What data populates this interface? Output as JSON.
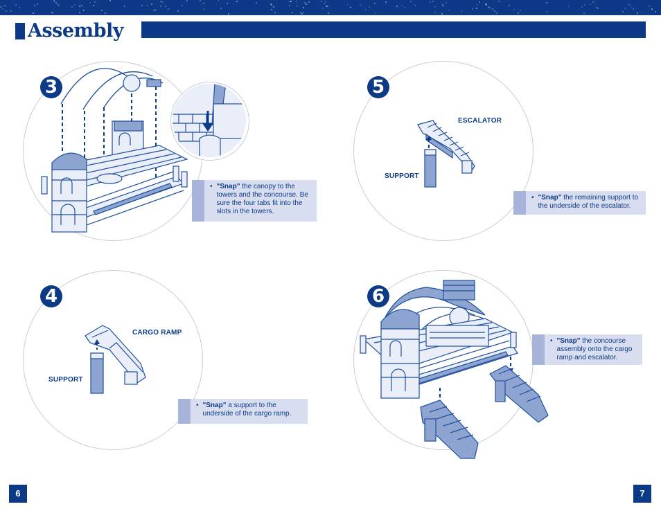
{
  "page": {
    "title": "Assembly",
    "left_page_number": "6",
    "right_page_number": "7"
  },
  "steps": [
    {
      "number": "3",
      "instruction_bold": "\"Snap\"",
      "instruction_rest": " the canopy to the towers and the concourse. Be sure the four tabs fit into the slots in the towers."
    },
    {
      "number": "4",
      "labels": [
        "CARGO RAMP",
        "SUPPORT"
      ],
      "instruction_bold": "\"Snap\"",
      "instruction_rest": " a support to the underside of the cargo ramp."
    },
    {
      "number": "5",
      "labels": [
        "ESCALATOR",
        "SUPPORT"
      ],
      "instruction_bold": "\"Snap\"",
      "instruction_rest": " the remaining support to the underside of the escalator."
    },
    {
      "number": "6",
      "instruction_bold": "\"Snap\"",
      "instruction_rest": " the concourse assembly onto the cargo ramp and escalator."
    }
  ],
  "colors": {
    "brand_blue": "#0c3a86",
    "note_background": "#d8deef",
    "note_bar": "#a7b3d8",
    "circle_border": "#c4ccdd"
  },
  "icons": {
    "bullet": "•"
  }
}
